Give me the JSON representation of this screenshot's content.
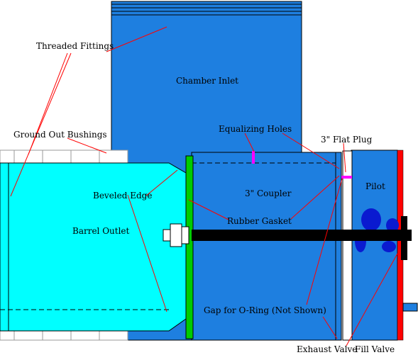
{
  "labels": {
    "chamber_inlet": "Chamber Inlet",
    "threaded_fittings": "Threaded Fittings",
    "ground_out_bushings": "Ground Out Bushings",
    "equalizing_holes": "Equalizing Holes",
    "flat_plug": "3\" Flat Plug",
    "beveled_edge": "Beveled Edge",
    "coupler": "3\" Coupler",
    "pilot": "Pilot",
    "barrel_outlet": "Barrel Outlet",
    "rubber_gasket": "Rubber Gasket",
    "gap_o_ring": "Gap for O-Ring (Not Shown)",
    "exhaust_valve": "Exhaust Valve",
    "fill_valve": "Fill Valve"
  },
  "colors": {
    "chamber_blue": "#1e7fe0",
    "barrel_cyan": "#00ffff",
    "gasket_green": "#00cc00",
    "leader_red": "#ff0000",
    "fill_valve_red": "#ff0000",
    "rod_black": "#000000",
    "hole_magenta": "#ff00ff",
    "bushing_white": "#ffffff",
    "plug_white": "#ffffff"
  }
}
